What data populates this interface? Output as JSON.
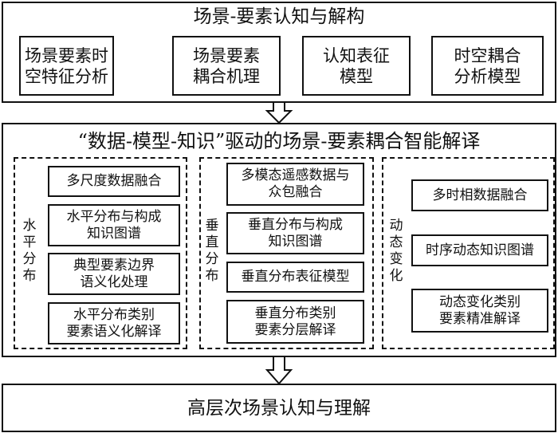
{
  "top": {
    "title": "场景-要素认知与解构",
    "boxes": [
      {
        "line1": "场景要素时",
        "line2": "空特征分析"
      },
      {
        "line1": "场景要素",
        "line2": "耦合机理"
      },
      {
        "line1": "认知表征",
        "line2": "模型"
      },
      {
        "line1": "时空耦合",
        "line2": "分析模型"
      }
    ]
  },
  "middle": {
    "title": "“数据-模型-知识”驱动的场景-要素耦合智能解译",
    "panels": [
      {
        "label": "水平分布",
        "items": [
          {
            "line1": "多尺度数据融合",
            "line2": ""
          },
          {
            "line1": "水平分布与构成",
            "line2": "知识图谱"
          },
          {
            "line1": "典型要素边界",
            "line2": "语义化处理"
          },
          {
            "line1": "水平分布类别",
            "line2": "要素语义化解译"
          }
        ]
      },
      {
        "label": "垂直分布",
        "items": [
          {
            "line1": "多模态遥感数据与",
            "line2": "众包融合"
          },
          {
            "line1": "垂直分布与构成",
            "line2": "知识图谱"
          },
          {
            "line1": "垂直分布表征模型",
            "line2": ""
          },
          {
            "line1": "垂直分布类别",
            "line2": "要素分层解译"
          }
        ]
      },
      {
        "label": "动态变化",
        "items": [
          {
            "line1": "多时相数据融合",
            "line2": ""
          },
          {
            "line1": "时序动态知识图谱",
            "line2": ""
          },
          {
            "line1": "动态变化类别",
            "line2": "要素精准解译"
          }
        ]
      }
    ]
  },
  "bottom": {
    "title": "高层次场景认知与理解"
  },
  "arrows": {
    "icon": "down-hollow-arrow-icon"
  }
}
